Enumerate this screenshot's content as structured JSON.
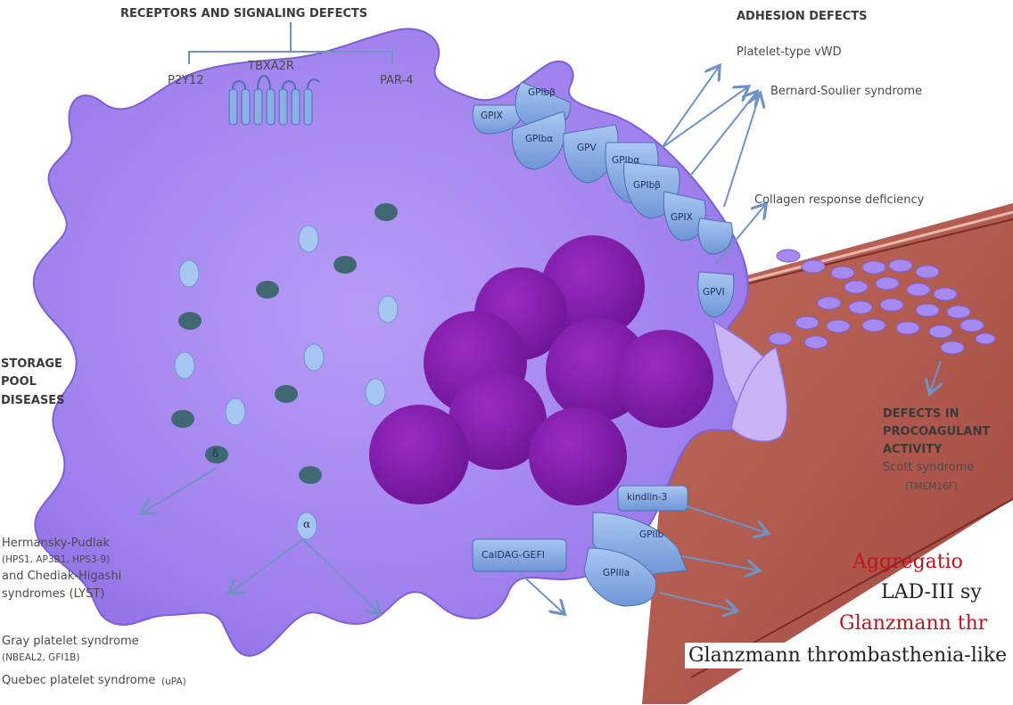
{
  "headers": {
    "receptors": "RECEPTORS AND SIGNALING DEFECTS",
    "adhesion": "ADHESION DEFECTS",
    "storage_line1": "STORAGE",
    "storage_line2": "POOL",
    "storage_line3": "DISEASES",
    "procoag_line1": "DEFECTS IN",
    "procoag_line2": "PROCOAGULANT",
    "procoag_line3": "ACTIVITY"
  },
  "receptors": [
    "P2Y12",
    "TBXA2R",
    "PAR-4"
  ],
  "glycoproteins": {
    "gpix_1": "GPIX",
    "gpibb_1": "GPIbβ",
    "gpiba_1": "GPIbα",
    "gpv": "GPV",
    "gpiba_2": "GPIbα",
    "gpibb_2": "GPIbβ",
    "gpix_2": "GPIX",
    "gpvi": "GPVI",
    "kindlin": "kindlin-3",
    "gpiib": "GPIIb",
    "gpiiia": "GPIIIa",
    "caldag": "CalDAG-GEFI"
  },
  "granules": {
    "delta": "δ",
    "alpha": "α"
  },
  "disorders": {
    "platelet_vwd": "Platelet-type vWD",
    "bernard_soulier": "Bernard-Soulier syndrome",
    "collagen": "Collagen response deficiency",
    "scott": "Scott syndrome",
    "scott_gene": "(TMEM16F)",
    "hp_line1": "Hermansky-Pudlak",
    "hp_line2": "(HPS1, AP3B1, HPS3-9)",
    "hp_line3": "and Chediak-Higashi",
    "hp_line4": "syndromes (LYST)",
    "gray_line1": "Gray platelet syndrome",
    "gray_line2": "(NBEAL2, GFI1B)",
    "quebec": "Quebec platelet syndrome",
    "quebec_gene": "(uPA)"
  },
  "overlay": {
    "aggregation": "Aggregatio",
    "lad": "LAD-III sy",
    "glanzmann": "Glanzmann thr",
    "glanzmann_like": "Glanzmann thrombasthenia-like"
  },
  "colors": {
    "cell": "#a78af0",
    "cell_edge": "#7d5fd6",
    "granule_dark": "#3f6874",
    "granule_light": "#a7c6f2",
    "glycoprotein": "#8aaee6",
    "vessel": "#b45a50",
    "arrow": "#6f93c4",
    "dark_circle": "#8a1fb0",
    "red_text": "#c0141c"
  }
}
